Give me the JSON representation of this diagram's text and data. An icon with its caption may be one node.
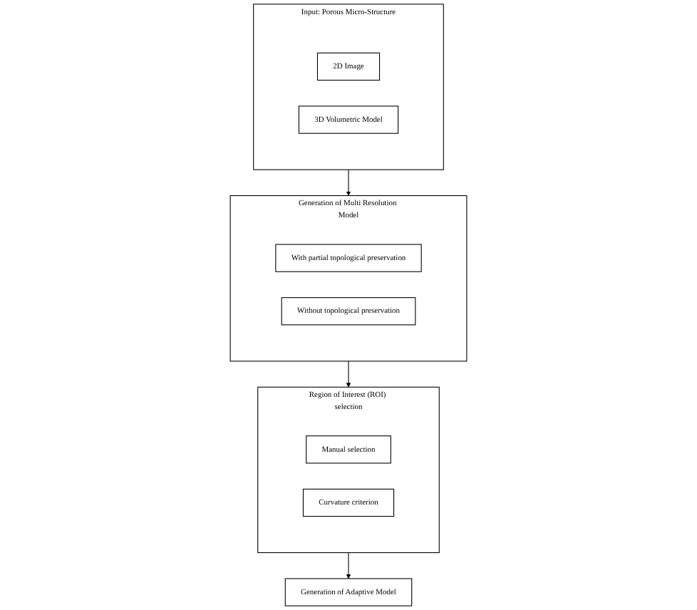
{
  "diagram": {
    "nodes": [
      {
        "text": [
          "Input: Porous Micro-Structure"
        ]
      },
      {
        "text": [
          "2D Image"
        ],
        "in": 0
      },
      {
        "text": [
          "3D Volumetric Model"
        ],
        "in": 0
      },
      {
        "text": [
          "Generation of Multi Resolution Model"
        ]
      },
      {
        "text": [
          "With partial topological preservation"
        ],
        "in": 3
      },
      {
        "text": [
          "Without topological preservation"
        ],
        "in": 3
      },
      {
        "text": [
          "Region of Interest (ROI) selection"
        ]
      },
      {
        "text": [
          "Manual selection"
        ],
        "in": 6
      },
      {
        "text": [
          "Curvature criterion"
        ],
        "in": 6
      },
      {
        "text": [
          "Generation of Adaptive Model"
        ]
      }
    ],
    "edges": [
      {
        "from": 0,
        "to": 3,
        "arrow": "to"
      },
      {
        "from": 3,
        "to": 6,
        "arrow": "to"
      },
      {
        "from": 6,
        "to": 9,
        "arrow": "to"
      }
    ]
  }
}
